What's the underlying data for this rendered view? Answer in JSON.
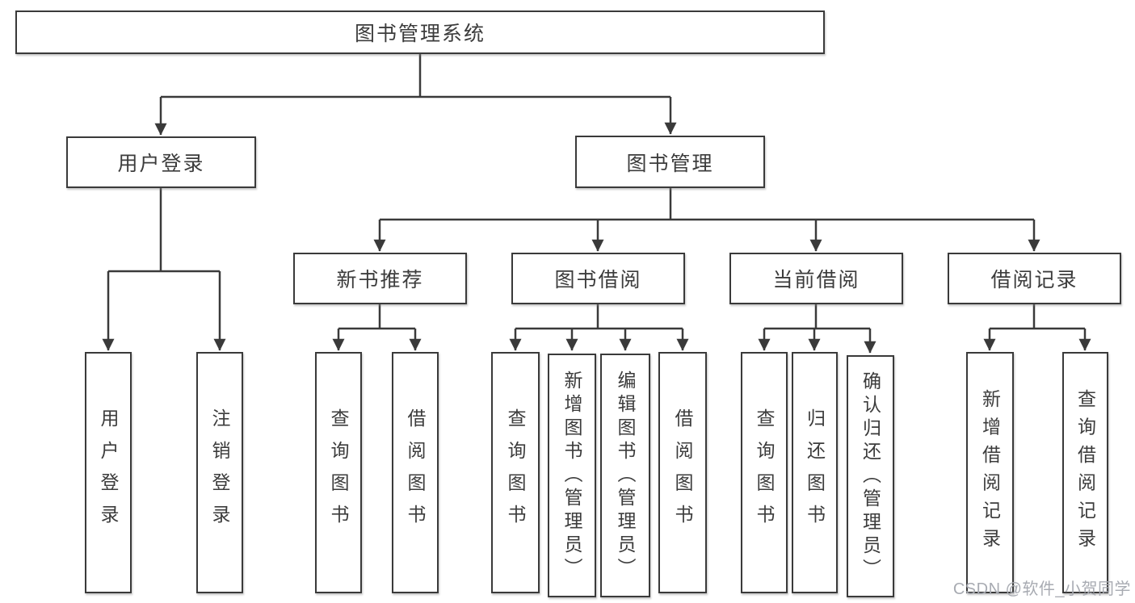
{
  "nodes": {
    "root": "图书管理系统",
    "level2": [
      "用户登录",
      "图书管理"
    ],
    "level3": [
      "新书推荐",
      "图书借阅",
      "当前借阅",
      "借阅记录"
    ],
    "user_login_children": [
      "用户登录",
      "注销登录"
    ],
    "new_book_children": [
      "查询图书",
      "借阅图书"
    ],
    "book_borrow_children": [
      "查询图书",
      "新增图书（管理员）",
      "编辑图书（管理员）",
      "借阅图书"
    ],
    "current_borrow_children": [
      "查询图书",
      "归还图书",
      "确认归还（管理员）"
    ],
    "borrow_record_children": [
      "新增借阅记录",
      "查询借阅记录"
    ]
  },
  "watermark": "CSDN @软件_小贺同学",
  "colors": {
    "line": "#3a3a3a",
    "box_border": "#3a3a3a",
    "text": "#3c3c3c",
    "watermark": "#a8abb2",
    "background": "#ffffff"
  }
}
